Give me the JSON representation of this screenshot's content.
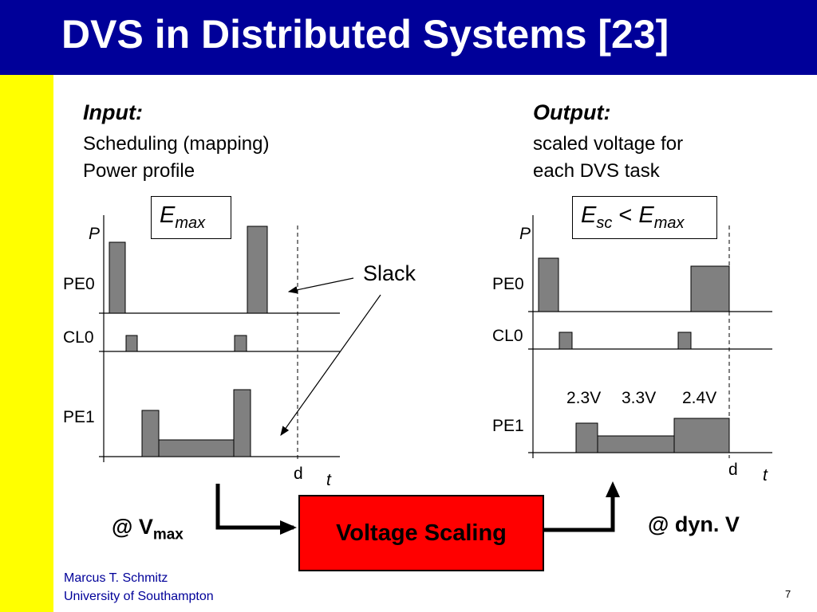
{
  "slide": {
    "title": "DVS in Distributed Systems [23]",
    "page_number": "7"
  },
  "input": {
    "heading": "Input:",
    "line1": "Scheduling (mapping)",
    "line2": "Power profile"
  },
  "output": {
    "heading": "Output:",
    "line1": "scaled voltage for",
    "line2": "each DVS task"
  },
  "left_plot": {
    "energy_label": "E",
    "energy_sub": "max",
    "axis_p": "P",
    "axis_t": "t",
    "deadline": "d",
    "rows": [
      "PE0",
      "CL0",
      "PE1"
    ]
  },
  "right_plot": {
    "energy_label_a": "E",
    "energy_sub_a": "sc",
    "energy_op": " < ",
    "energy_label_b": "E",
    "energy_sub_b": "max",
    "axis_p": "P",
    "axis_t": "t",
    "deadline": "d",
    "rows": [
      "PE0",
      "CL0",
      "PE1"
    ],
    "voltages": [
      "2.3V",
      "3.3V",
      "2.4V"
    ]
  },
  "slack_label": "Slack",
  "input_voltage": {
    "prefix": "@ V",
    "sub": "max"
  },
  "output_voltage": "@ dyn. V",
  "process_box": "Voltage Scaling",
  "footer": {
    "author": "Marcus T. Schmitz",
    "affiliation": "University of Southampton"
  },
  "colors": {
    "title_bar": "#000099",
    "side_bar": "#ffff00",
    "block_fill": "#808080",
    "process_fill": "#ff0000",
    "footer_text": "#000099"
  }
}
